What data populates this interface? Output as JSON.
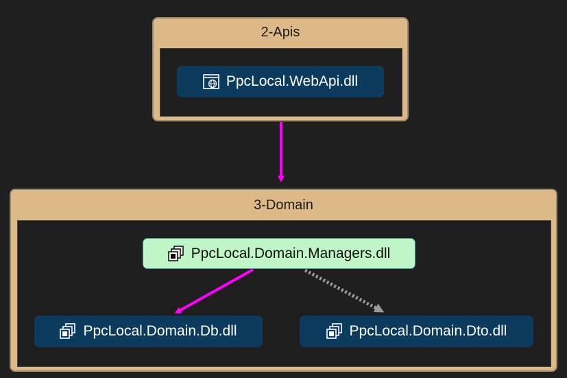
{
  "groups": {
    "apis": {
      "title": "2-Apis"
    },
    "domain": {
      "title": "3-Domain"
    }
  },
  "nodes": {
    "webapi": {
      "label": "PpcLocal.WebApi.dll",
      "icon": "web-assembly-icon"
    },
    "managers": {
      "label": "PpcLocal.Domain.Managers.dll",
      "icon": "assembly-icon"
    },
    "db": {
      "label": "PpcLocal.Domain.Db.dll",
      "icon": "assembly-icon"
    },
    "dto": {
      "label": "PpcLocal.Domain.Dto.dll",
      "icon": "assembly-icon"
    }
  },
  "edges": [
    {
      "from": "webapi",
      "to": "domain-group",
      "style": "solid",
      "color": "#ff00ff"
    },
    {
      "from": "managers",
      "to": "db",
      "style": "solid",
      "color": "#ff00ff"
    },
    {
      "from": "managers",
      "to": "dto",
      "style": "dotted",
      "color": "#999999"
    }
  ],
  "colors": {
    "group_fill": "#dcb986",
    "node_fill": "#0d3b5e",
    "selected_node_fill": "#c0f5c8",
    "background": "#1f1f1f"
  }
}
